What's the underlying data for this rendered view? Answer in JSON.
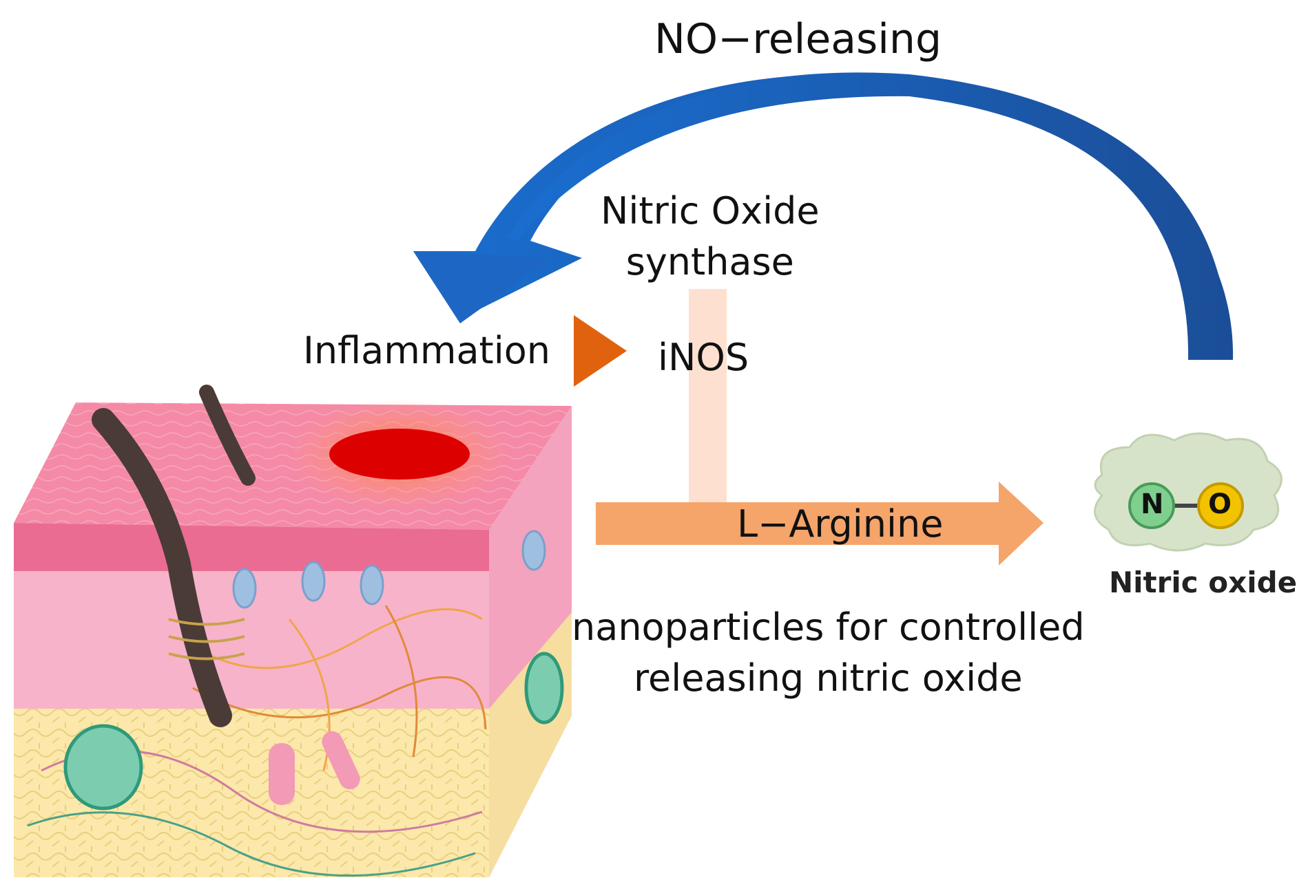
{
  "diagram": {
    "title_arrow_label": "NO−releasing",
    "enzyme_label_line1": "Nitric Oxide",
    "enzyme_label_line2": "synthase",
    "inflammation_label": "Inflammation",
    "inos_label": "iNOS",
    "substrate_label": "L−Arginine",
    "nanoparticle_line1": "nanoparticles for controlled",
    "nanoparticle_line2": "releasing nitric oxide",
    "molecule_label": "Nitric oxide",
    "atom_n": "N",
    "atom_o": "O"
  },
  "colors": {
    "curved_arrow": "#1f5fb0",
    "orange_triangle": "#e0620f",
    "larginine_arrow": "#f5a46a",
    "inos_bar": "#fde0d0",
    "lesion": "#e00000",
    "skin_epidermis": "#f07a9a",
    "skin_dermis": "#f7b6cc",
    "fat_layer": "#fbe7a6",
    "hair": "#4a3b36",
    "cloud": "#d7e3c9",
    "atom_n": "#7fcf8f",
    "atom_o": "#f2c300"
  }
}
